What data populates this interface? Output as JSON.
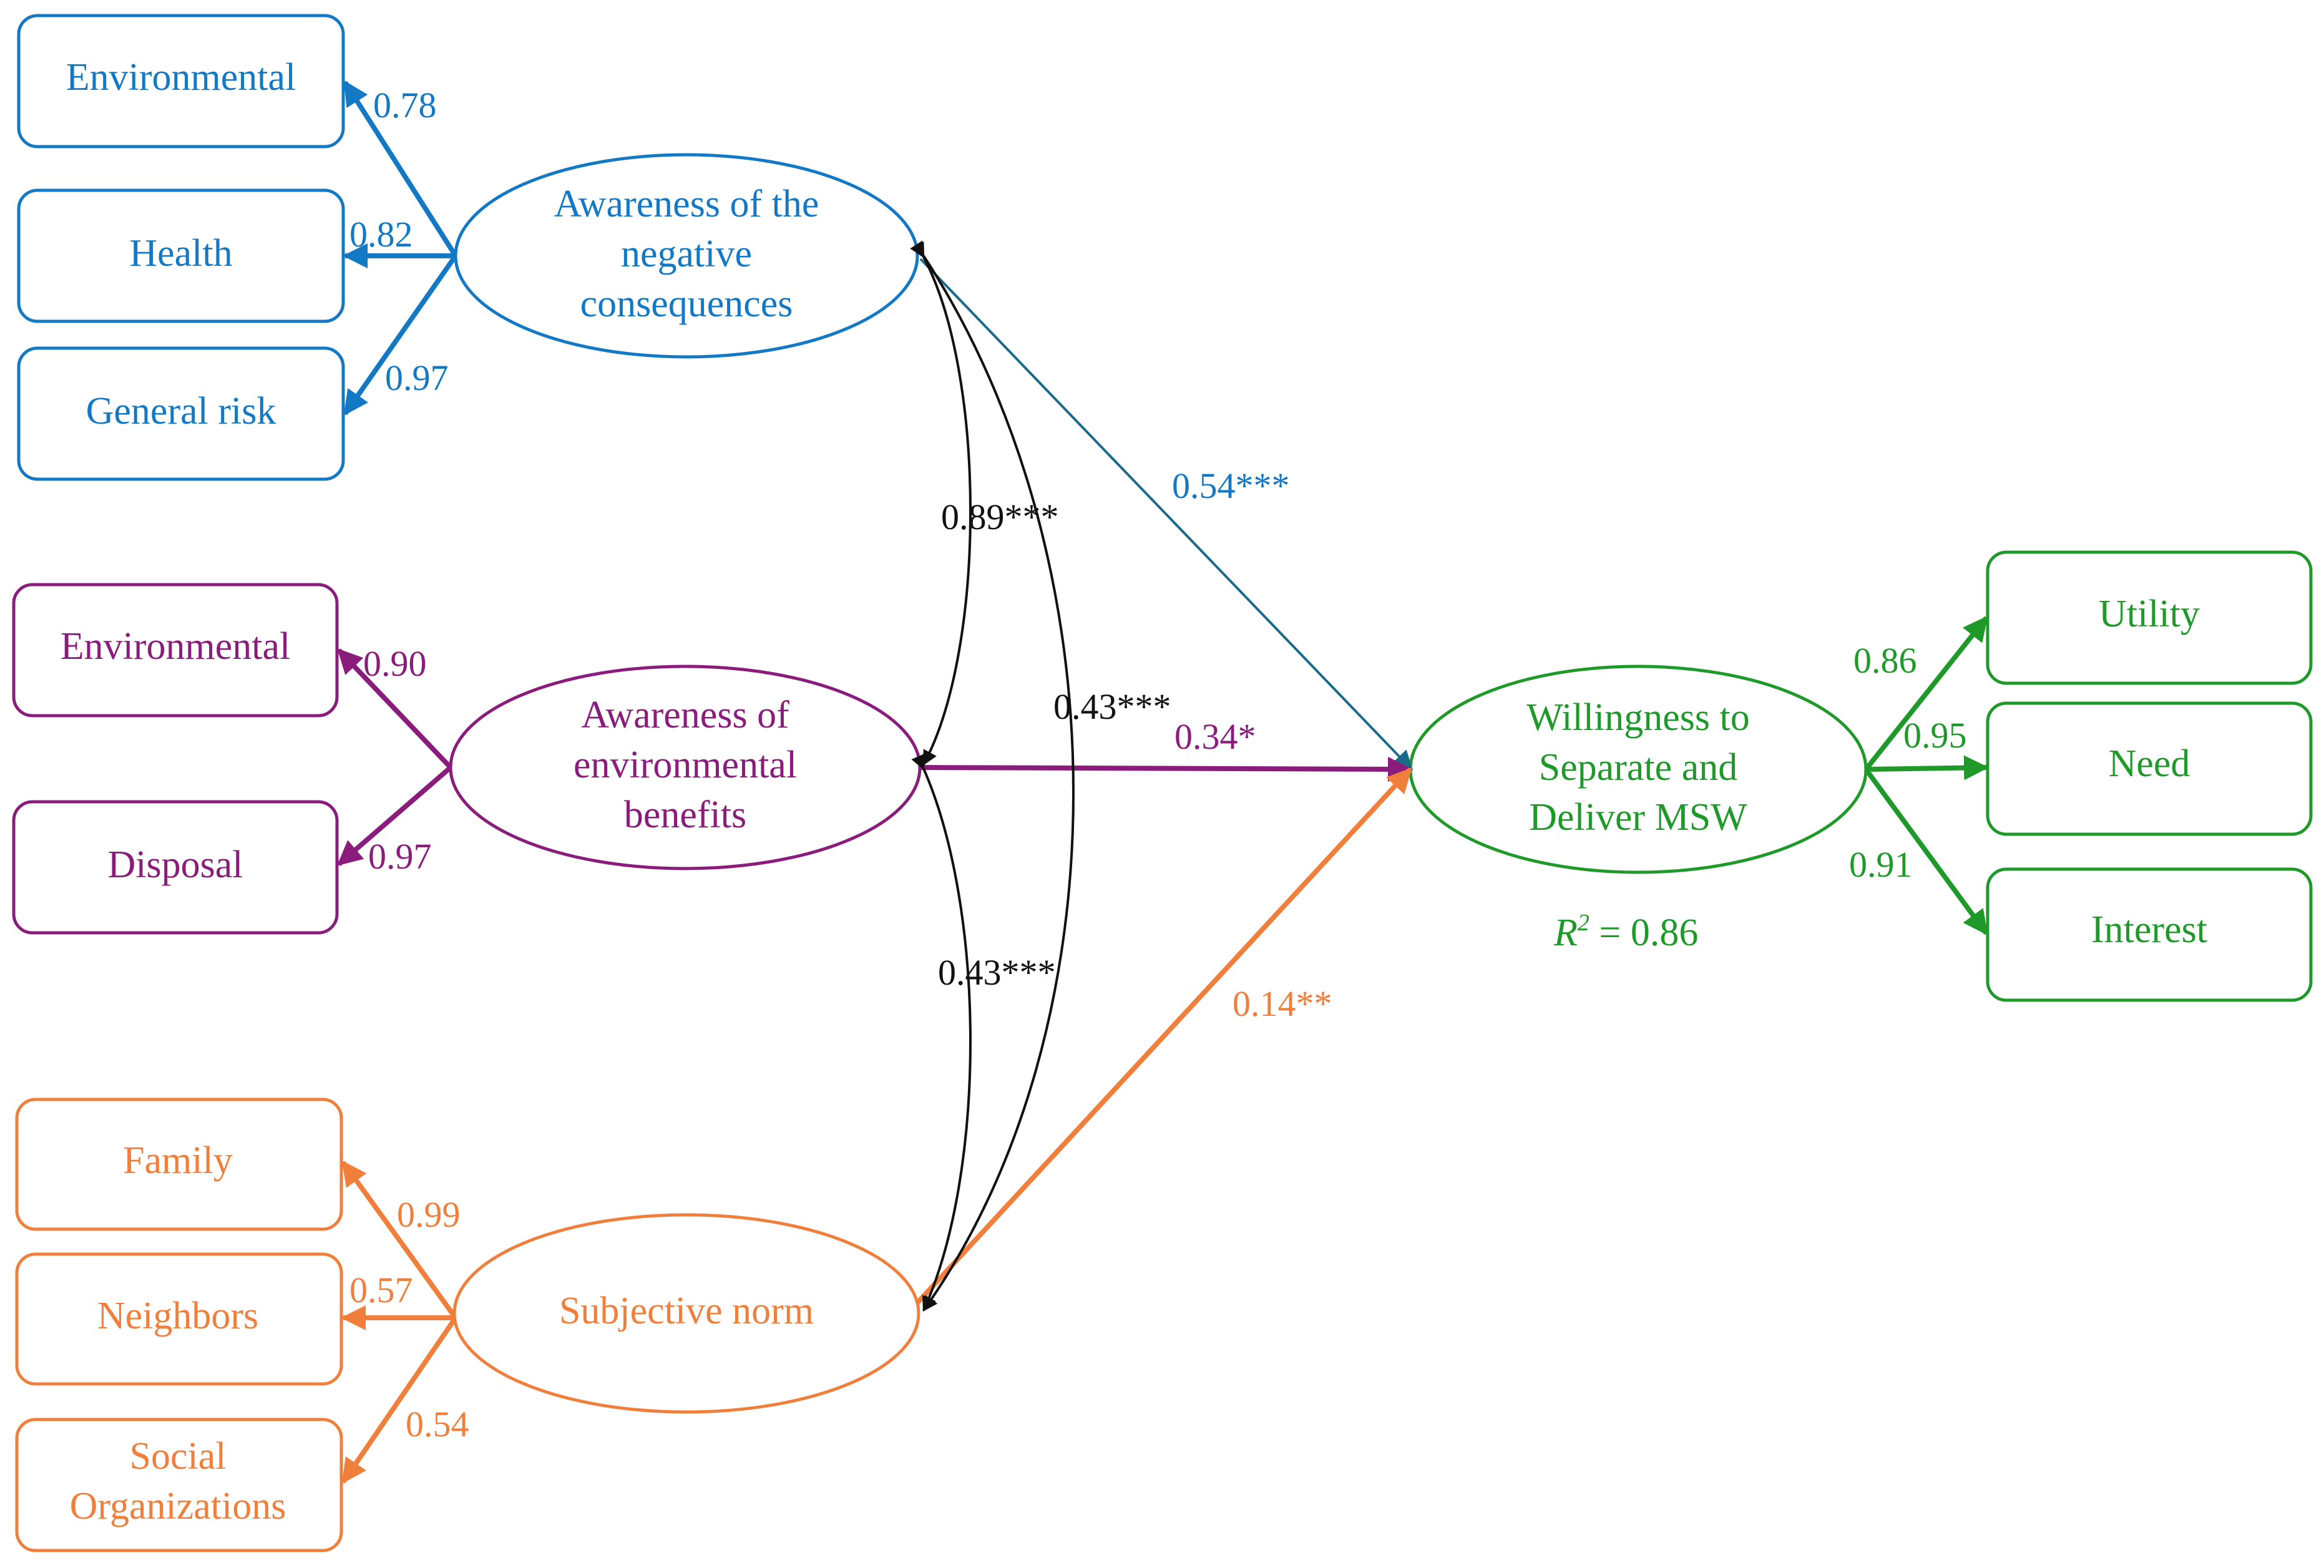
{
  "colors": {
    "negative": "#1479c4",
    "benefits": "#8a1c7c",
    "norm": "#f07f3c",
    "willingness": "#1f9a2a",
    "correlation": "#111111",
    "path_negative": "#1a6a8a"
  },
  "latents": {
    "negative": {
      "lines": [
        "Awareness of the",
        "negative",
        "consequences"
      ]
    },
    "benefits": {
      "lines": [
        "Awareness of",
        "environmental",
        "benefits"
      ]
    },
    "norm": {
      "lines": [
        "Subjective norm"
      ]
    },
    "willingness": {
      "lines": [
        "Willingness to",
        "Separate and",
        "Deliver MSW"
      ]
    }
  },
  "indicators": {
    "negative": [
      {
        "lines": [
          "Environmental"
        ],
        "loading": "0.78"
      },
      {
        "lines": [
          "Health"
        ],
        "loading": "0.82"
      },
      {
        "lines": [
          "General risk"
        ],
        "loading": "0.97"
      }
    ],
    "benefits": [
      {
        "lines": [
          "Environmental"
        ],
        "loading": "0.90"
      },
      {
        "lines": [
          "Disposal"
        ],
        "loading": "0.97"
      }
    ],
    "norm": [
      {
        "lines": [
          "Family"
        ],
        "loading": "0.99"
      },
      {
        "lines": [
          "Neighbors"
        ],
        "loading": "0.57"
      },
      {
        "lines": [
          "Social",
          "Organizations"
        ],
        "loading": "0.54"
      }
    ],
    "willingness": [
      {
        "lines": [
          "Utility"
        ],
        "loading": "0.86"
      },
      {
        "lines": [
          "Need"
        ],
        "loading": "0.95"
      },
      {
        "lines": [
          "Interest"
        ],
        "loading": "0.91"
      }
    ]
  },
  "paths": {
    "negative_to_willingness": "0.54***",
    "benefits_to_willingness": "0.34*",
    "norm_to_willingness": "0.14**"
  },
  "correlations": {
    "negative_benefits": "0.89***",
    "negative_norm": "0.43***",
    "benefits_norm": "0.43***"
  },
  "r_squared": {
    "symbol": "R",
    "superscript": "2",
    "value": " = 0.86"
  }
}
